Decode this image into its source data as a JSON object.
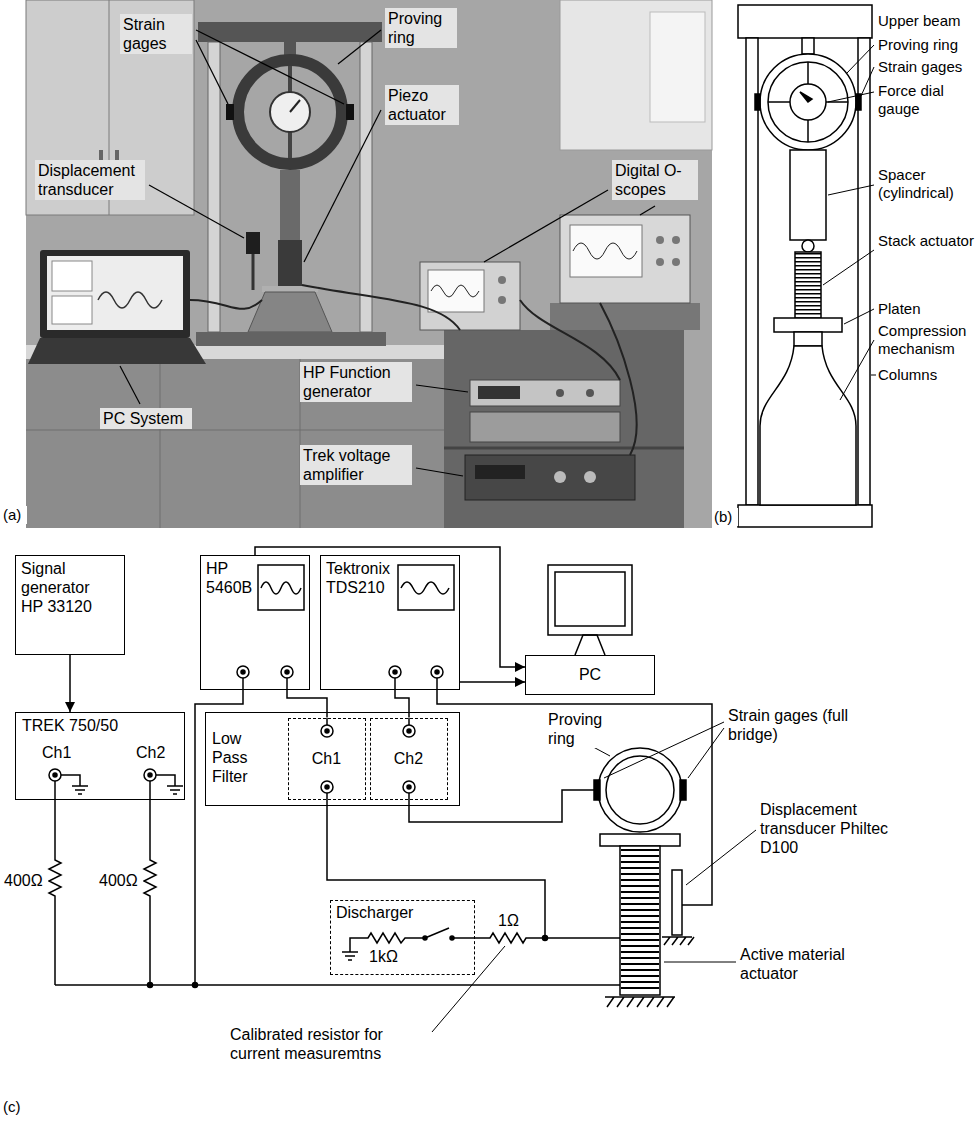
{
  "diagram": {
    "nodes": [
      {
        "text": [
          "Signal generator HP 33120"
        ]
      },
      {
        "text": [
          "HP 5460B"
        ]
      },
      {
        "text": [
          "Tektronix TDS210"
        ]
      },
      {
        "text": [
          "PC"
        ]
      },
      {
        "text": [
          "TREK 750/50",
          "Ch1",
          "Ch2"
        ]
      },
      {
        "text": [
          "Low Pass Filter"
        ]
      },
      {
        "text": [
          "Ch1"
        ],
        "in": 5
      },
      {
        "text": [
          "Ch2"
        ],
        "in": 5
      },
      {
        "text": [
          "Discharger",
          "1kΩ"
        ]
      }
    ],
    "edges": [
      {
        "from": 0,
        "to": 4,
        "arrow": "to"
      },
      {
        "from": 1,
        "to": 3,
        "arrow": "to"
      },
      {
        "from": 2,
        "to": 3,
        "arrow": "to"
      },
      {
        "from": 6,
        "to": 1,
        "arrow": "none"
      },
      {
        "from": 7,
        "to": 2,
        "arrow": "none"
      }
    ],
    "labels": [
      "(a)",
      "Strain gages",
      "Proving ring",
      "Piezo actuator",
      "Displacement transducer",
      "Digital O-scopes",
      "HP Function generator",
      "PC System",
      "Trek voltage amplifier",
      "(b)",
      "Upper beam",
      "Proving ring",
      "Strain gages",
      "Force dial gauge",
      "Spacer (cylindrical)",
      "Stack actuator",
      "Platen",
      "Compression mechanism",
      "Columns",
      "(c)",
      "400Ω",
      "400Ω",
      "1Ω",
      "Calibrated resistor for current measuremtns",
      "Proving ring",
      "Strain gages (full bridge)",
      "Displacement transducer Philtec D100",
      "Active material actuator"
    ]
  }
}
